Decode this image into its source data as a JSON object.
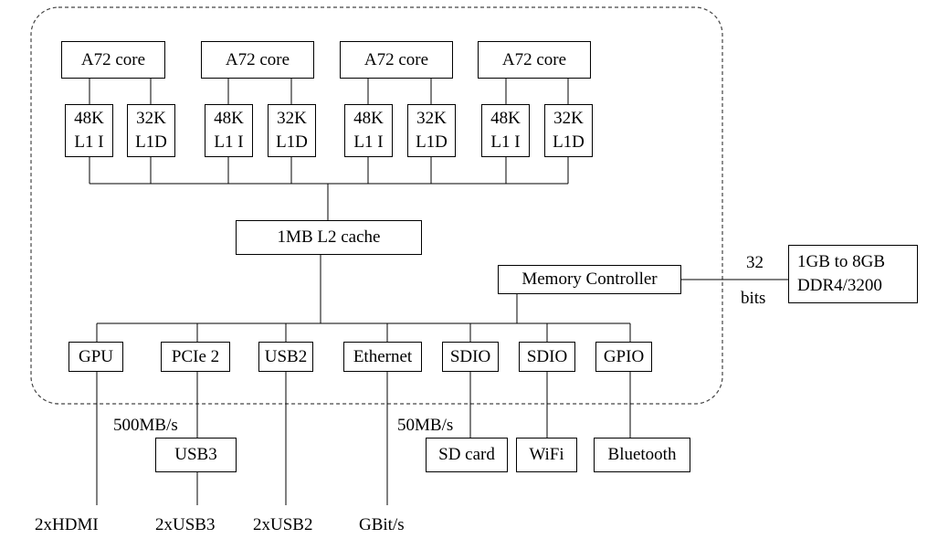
{
  "cores": [
    {
      "core": "A72 core",
      "l1i": [
        "48K",
        "L1 I"
      ],
      "l1d": [
        "32K",
        "L1D"
      ]
    },
    {
      "core": "A72 core",
      "l1i": [
        "48K",
        "L1 I"
      ],
      "l1d": [
        "32K",
        "L1D"
      ]
    },
    {
      "core": "A72 core",
      "l1i": [
        "48K",
        "L1 I"
      ],
      "l1d": [
        "32K",
        "L1D"
      ]
    },
    {
      "core": "A72 core",
      "l1i": [
        "48K",
        "L1 I"
      ],
      "l1d": [
        "32K",
        "L1D"
      ]
    }
  ],
  "l2": "1MB L2 cache",
  "memory_controller": "Memory Controller",
  "bus_width": [
    "32",
    "bits"
  ],
  "dram": [
    "1GB to 8GB",
    "DDR4/3200"
  ],
  "peripherals": {
    "gpu": "GPU",
    "pcie": "PCIe 2",
    "usb2": "USB2",
    "ethernet": "Ethernet",
    "sdio1": "SDIO",
    "sdio2": "SDIO",
    "gpio": "GPIO"
  },
  "devices": {
    "usb3": "USB3",
    "sd_card": "SD card",
    "wifi": "WiFi",
    "bluetooth": "Bluetooth"
  },
  "annotations": {
    "pcie_rate": "500MB/s",
    "sd_rate": "50MB/s"
  },
  "outputs": {
    "hdmi": "2xHDMI",
    "usb3": "2xUSB3",
    "usb2": "2xUSB2",
    "ethernet": "GBit/s"
  }
}
